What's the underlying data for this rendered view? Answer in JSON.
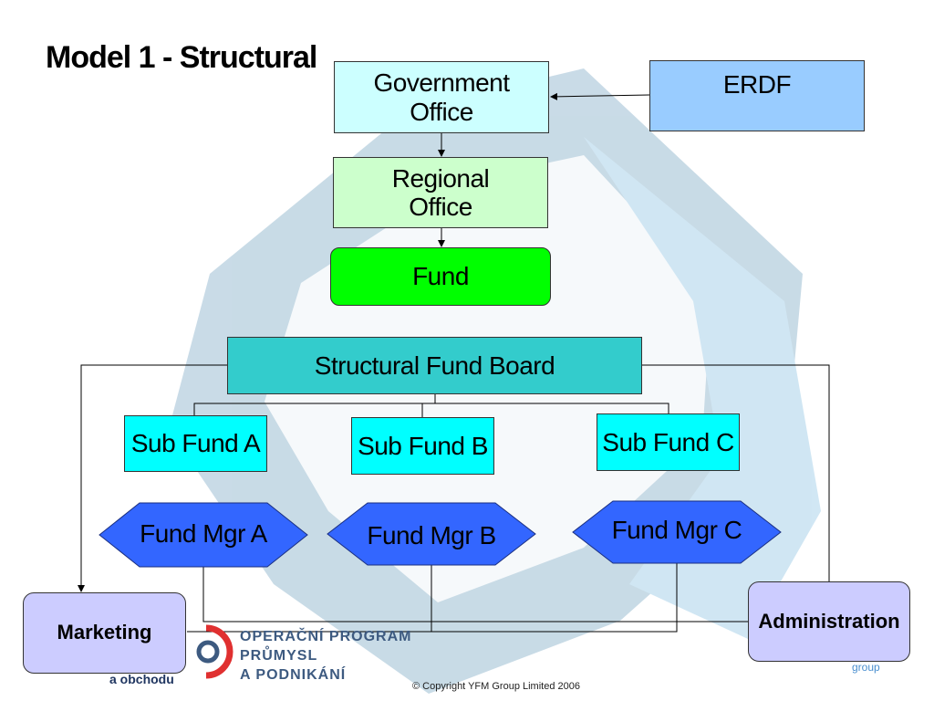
{
  "title": "Model 1 - Structural",
  "nodes": {
    "government_office": "Government Office",
    "erdf": "ERDF",
    "regional_office": "Regional Office",
    "fund": "Fund",
    "structural_fund_board": "Structural Fund Board",
    "sub_fund_a": "Sub Fund A",
    "sub_fund_b": "Sub Fund B",
    "sub_fund_c": "Sub Fund C",
    "fund_mgr_a": "Fund Mgr A",
    "fund_mgr_b": "Fund Mgr B",
    "fund_mgr_c": "Fund Mgr C",
    "marketing": "Marketing",
    "administration": "Administration"
  },
  "footer": {
    "program_line1": "OPERAČNÍ PROGRAM",
    "program_line2": "PRŮMYSL",
    "program_line3": "A PODNIKÁNÍ",
    "left_fragment": "a obchodu",
    "copyright": "© Copyright YFM Group Limited 2006",
    "group_label": "group"
  },
  "colors": {
    "government_office": "#ccffff",
    "erdf": "#99ccff",
    "regional_office": "#ccffcc",
    "fund": "#00ff00",
    "structural_fund_board": "#33cccc",
    "sub_fund": "#00ffff",
    "fund_mgr": "#3366ff",
    "side_box": "#ccccff",
    "background_shape": "#3e7fa8"
  }
}
